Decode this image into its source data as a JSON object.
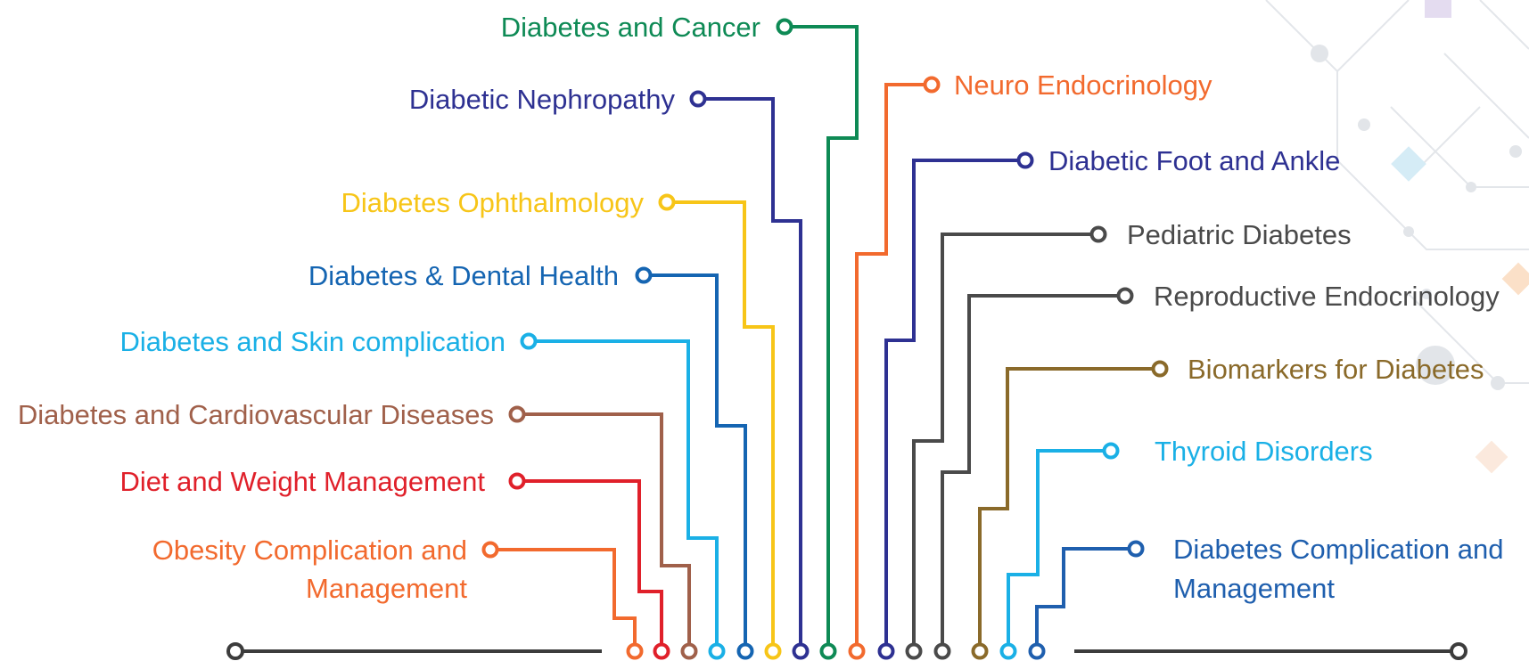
{
  "topics": [
    {
      "lines": [
        "Diabetes and Cancer"
      ],
      "color": "#0e8a55"
    },
    {
      "lines": [
        "Diabetic Nephropathy"
      ],
      "color": "#2e3192"
    },
    {
      "lines": [
        "Diabetes Ophthalmology"
      ],
      "color": "#f7c518"
    },
    {
      "lines": [
        "Diabetes & Dental Health"
      ],
      "color": "#1565b2"
    },
    {
      "lines": [
        "Diabetes and Skin complication"
      ],
      "color": "#1ab0e6"
    },
    {
      "lines": [
        "Diabetes and Cardiovascular Diseases"
      ],
      "color": "#a0604a"
    },
    {
      "lines": [
        "Diet and Weight Management"
      ],
      "color": "#e0202a"
    },
    {
      "lines": [
        "Obesity Complication and",
        "Management"
      ],
      "color": "#f26a2e"
    },
    {
      "lines": [
        "Neuro Endocrinology"
      ],
      "color": "#f26a2e"
    },
    {
      "lines": [
        "Diabetic Foot and Ankle"
      ],
      "color": "#2e3192"
    },
    {
      "lines": [
        "Pediatric Diabetes"
      ],
      "color": "#4a4a4a"
    },
    {
      "lines": [
        "Reproductive Endocrinology"
      ],
      "color": "#4a4a4a"
    },
    {
      "lines": [
        "Biomarkers for Diabetes"
      ],
      "color": "#8a6a2a"
    },
    {
      "lines": [
        "Thyroid Disorders"
      ],
      "color": "#1ab0e6"
    },
    {
      "lines": [
        "Diabetes Complication and",
        "Management"
      ],
      "color": "#1f5fae"
    }
  ],
  "baseline_color": "#3c3c3c"
}
